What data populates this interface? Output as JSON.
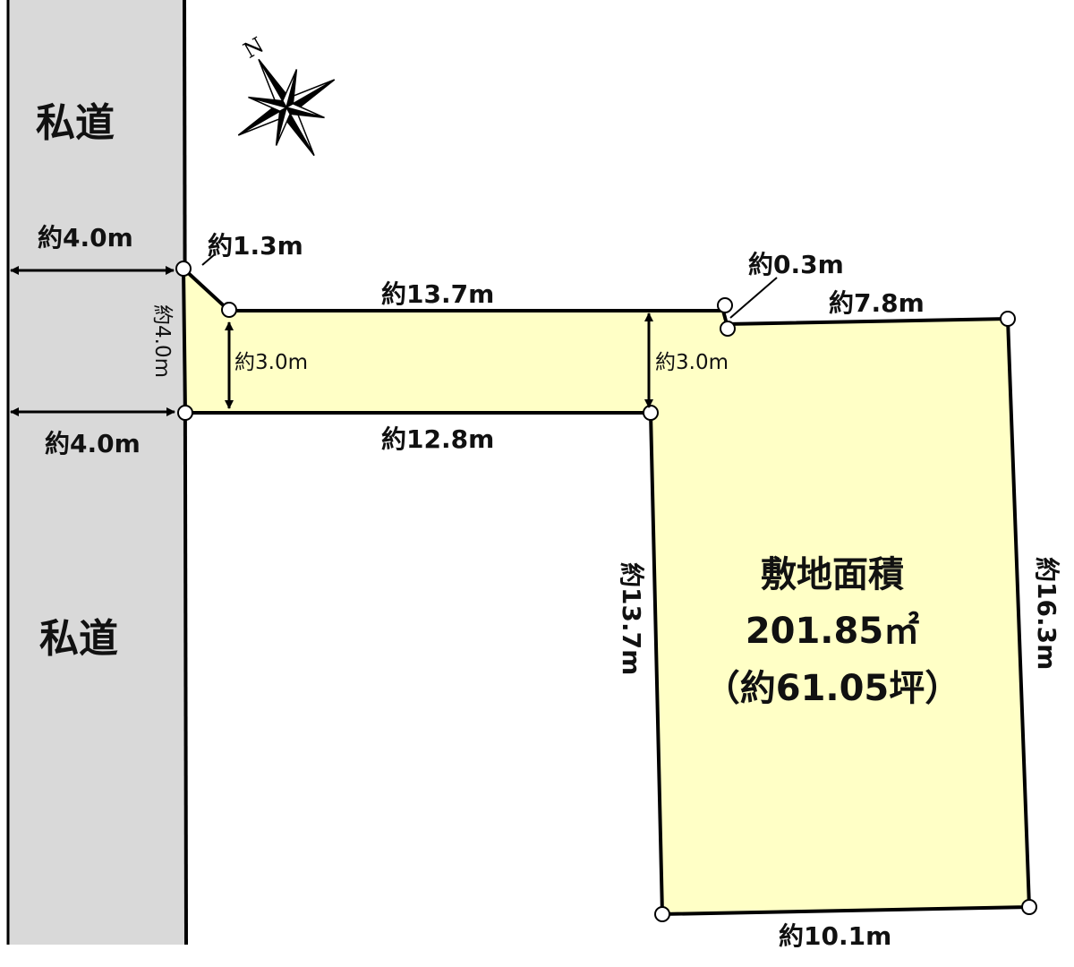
{
  "roads": {
    "top": "私道",
    "bottom": "私道"
  },
  "compass": {
    "north_label": "N"
  },
  "dimensions": {
    "road_width_top": "約4.0m",
    "road_width_bottom": "約4.0m",
    "frontage": "約4.0m",
    "corner_cut": "約1.3m",
    "top_strip": "約13.7m",
    "jog": "約0.3m",
    "top_main": "約7.8m",
    "strip_width_left": "約3.0m",
    "strip_width_right": "約3.0m",
    "bottom_strip": "約12.8m",
    "left_main": "約13.7m",
    "right_main": "約16.3m",
    "bottom_main": "約10.1m"
  },
  "site_area": {
    "title": "敷地面積",
    "sqm": "201.85㎡",
    "tsubo": "（約61.05坪）"
  },
  "colors": {
    "plot_fill": "#ffffc6",
    "road_fill": "#d9d9d9"
  }
}
